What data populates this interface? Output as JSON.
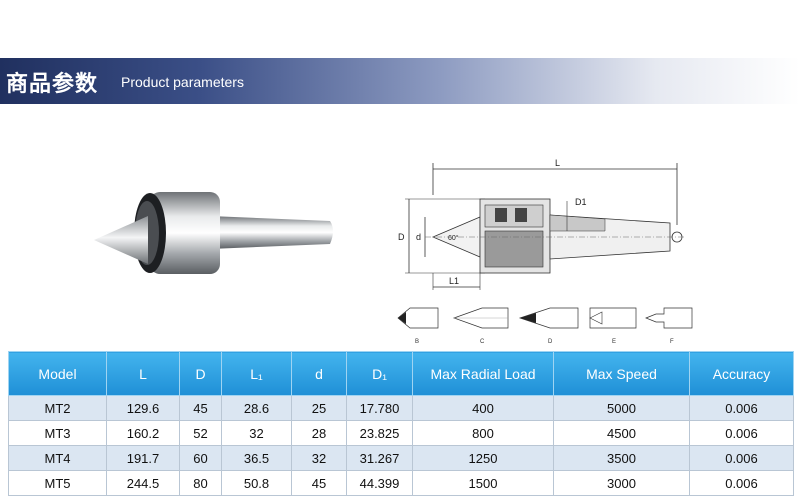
{
  "header": {
    "title": "商品参数",
    "subtitle": "Product parameters"
  },
  "drawing": {
    "L": "L",
    "D1": "D1",
    "D": "D",
    "d": "d",
    "angle": "60°",
    "L1": "L1"
  },
  "tips": [
    "B",
    "C",
    "D",
    "E",
    "F"
  ],
  "table": {
    "headers": [
      "Model",
      "L",
      "D",
      "L₁",
      "d",
      "D₁",
      "Max Radial Load",
      "Max Speed",
      "Accuracy"
    ],
    "rows": [
      [
        "MT2",
        "129.6",
        "45",
        "28.6",
        "25",
        "17.780",
        "400",
        "5000",
        "0.006"
      ],
      [
        "MT3",
        "160.2",
        "52",
        "32",
        "28",
        "23.825",
        "800",
        "4500",
        "0.006"
      ],
      [
        "MT4",
        "191.7",
        "60",
        "36.5",
        "32",
        "31.267",
        "1250",
        "3500",
        "0.006"
      ],
      [
        "MT5",
        "244.5",
        "80",
        "50.8",
        "45",
        "44.399",
        "1500",
        "3000",
        "0.006"
      ]
    ]
  },
  "colors": {
    "header_dark": "#20305f",
    "table_header": "#2a9be0",
    "row_shade": "#dbe6f2"
  }
}
